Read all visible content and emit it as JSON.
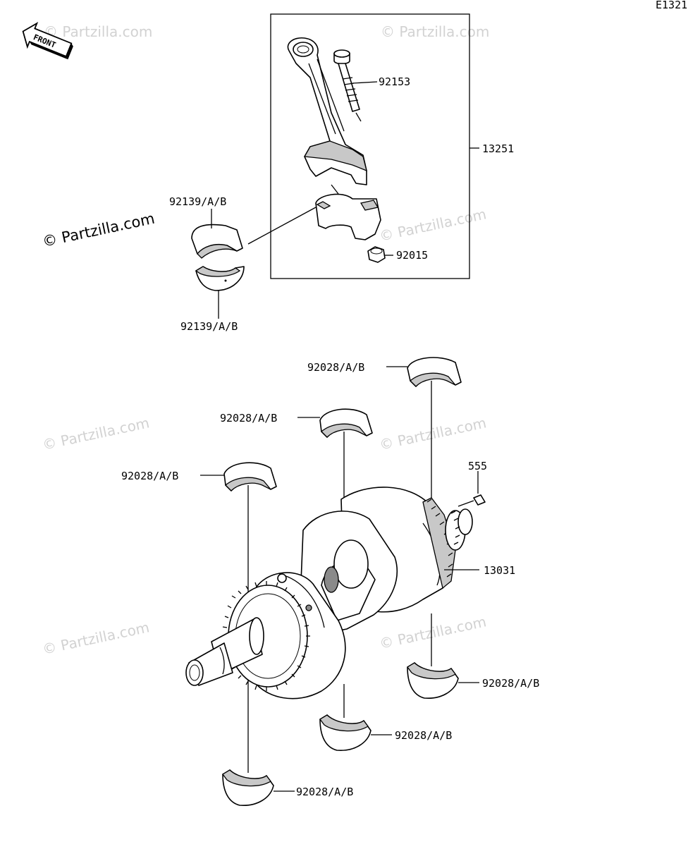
{
  "diagram": {
    "code": "E1321",
    "front_label": "FRONT",
    "watermark": "© Partzilla.com",
    "callouts": {
      "bolt": "92153",
      "con_rod_assy": "13251",
      "nut": "92015",
      "rod_bearing_upper": "92139/A/B",
      "rod_bearing_lower": "92139/A/B",
      "main_bearing_1": "92028/A/B",
      "main_bearing_2": "92028/A/B",
      "main_bearing_3": "92028/A/B",
      "main_bearing_4": "92028/A/B",
      "main_bearing_5": "92028/A/B",
      "main_bearing_6": "92028/A/B",
      "pin": "555",
      "crankshaft": "13031"
    }
  }
}
